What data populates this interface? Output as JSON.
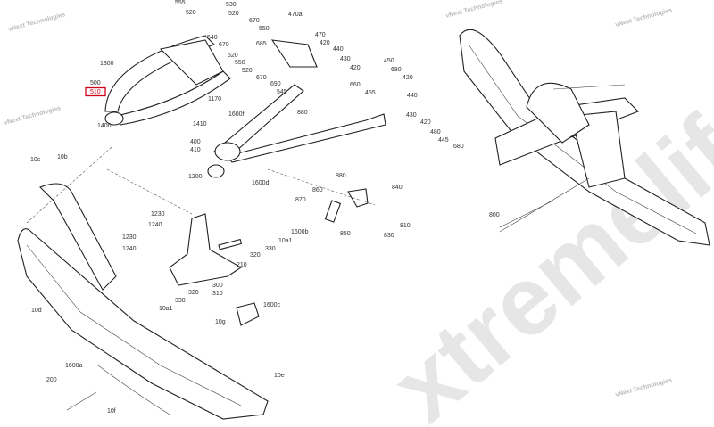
{
  "watermarks": {
    "small": "vNext Technologies",
    "big": "xtremelife"
  },
  "highlight_color": "#d0021b",
  "labels": {
    "l555": "555",
    "l530": "530",
    "l520a": "520",
    "l520b": "520",
    "l670a": "670",
    "l550a": "550",
    "l470a": "470a",
    "l540": "540",
    "l670b": "670",
    "l520c": "520",
    "l550b": "550",
    "l685": "685",
    "l470": "470",
    "l420a": "420",
    "l440a": "440",
    "l430a": "430",
    "l420b": "420",
    "l450": "450",
    "l680a": "680",
    "l420c": "420",
    "l660": "660",
    "l455": "455",
    "l440b": "440",
    "l1300": "1300",
    "l500": "500",
    "l510": "510",
    "l520d": "520",
    "l670c": "670",
    "l690": "690",
    "l545": "545",
    "l1170": "1170",
    "l1600f": "1600f",
    "l880a": "880",
    "l430b": "430",
    "l420d": "420",
    "l480": "480",
    "l445": "445",
    "l680b": "680",
    "l1410": "1410",
    "l1400": "1400",
    "l400": "400",
    "l410": "410",
    "l1200": "1200",
    "l880b": "880",
    "l1600d": "1600d",
    "l860": "860",
    "l840": "840",
    "l870": "870",
    "l810": "810",
    "l850": "850",
    "l830": "830",
    "l10c": "10c",
    "l10b": "10b",
    "l1230a": "1230",
    "l1240a": "1240",
    "l1230b": "1230",
    "l1240b": "1240",
    "l1600b": "1600b",
    "l10a1a": "10a1",
    "l330a": "330",
    "l320a": "320",
    "l210": "210",
    "l300": "300",
    "l310": "310",
    "l320b": "320",
    "l330b": "330",
    "l10a1b": "10a1",
    "l1600c": "1600c",
    "l10d": "10d",
    "l10g": "10g",
    "l1600a": "1600a",
    "l200": "200",
    "l10e": "10e",
    "l10f": "10f",
    "l800": "800"
  }
}
